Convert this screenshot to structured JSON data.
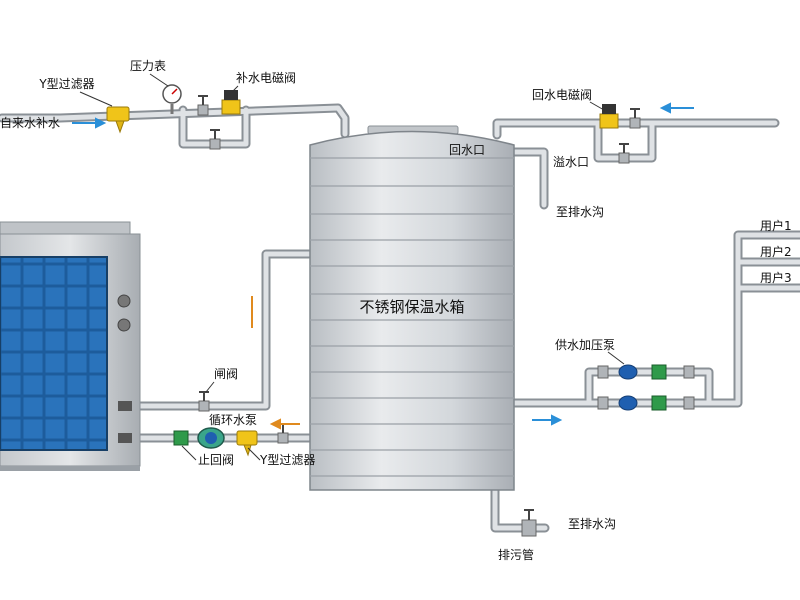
{
  "labels": {
    "y_filter_top": "Y型过滤器",
    "pressure_gauge": "压力表",
    "makeup_solenoid": "补水电磁阀",
    "tap_water_makeup": "自来水补水",
    "return_solenoid": "回水电磁阀",
    "return_port": "回水口",
    "overflow_port": "溢水口",
    "to_drain_top": "至排水沟",
    "tank": "不锈钢保温水箱",
    "user1": "用户1",
    "user2": "用户2",
    "user3": "用户3",
    "booster_pump": "供水加压泵",
    "gate_valve": "闸阀",
    "circ_pump": "循环水泵",
    "check_valve": "止回阀",
    "y_filter_bottom": "Y型过滤器",
    "to_drain_bottom": "至排水沟",
    "sewage_pipe": "排污管"
  },
  "colors": {
    "pipe": "#c9cdd1",
    "pipe_edge": "#8a9096",
    "tank": "#d9dcdf",
    "flow_arrow": "#2a8fd8",
    "up_arrow": "#e08a1e",
    "panel": "#1f5fa0",
    "valve_green": "#2f9a4a",
    "valve_blue": "#1f5fb0",
    "solenoid_yellow": "#f0c419"
  },
  "icons": [
    "flow-arrow",
    "gauge-icon",
    "valve-icon",
    "solenoid-icon",
    "pump-icon",
    "y-filter-icon"
  ]
}
